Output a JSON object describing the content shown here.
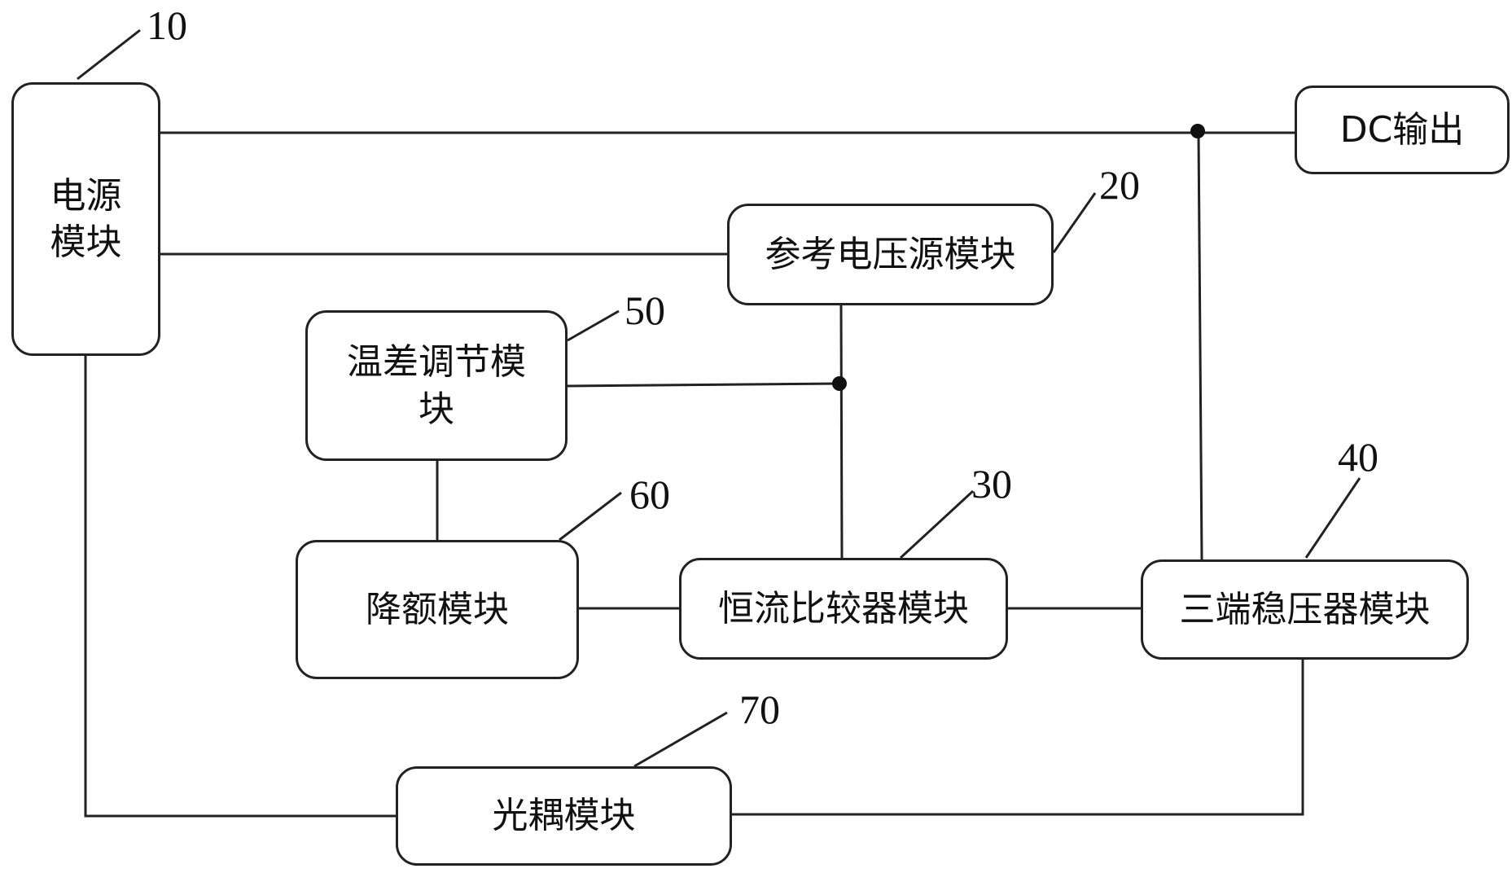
{
  "diagram": {
    "type": "block-diagram",
    "modules": [
      {
        "id": "power",
        "label": "电源\n模块",
        "ref": "10"
      },
      {
        "id": "ref_voltage",
        "label": "参考电压源模块",
        "ref": "20"
      },
      {
        "id": "cc_comparator",
        "label": "恒流比较器模块",
        "ref": "30"
      },
      {
        "id": "regulator",
        "label": "三端稳压器模块",
        "ref": "40"
      },
      {
        "id": "temp_diff",
        "label": "温差调节模块",
        "ref": "50"
      },
      {
        "id": "derating",
        "label": "降额模块",
        "ref": "60"
      },
      {
        "id": "optocoupler",
        "label": "光耦模块",
        "ref": "70"
      },
      {
        "id": "dc_out",
        "label": "DC输出",
        "ref": ""
      }
    ],
    "connections": [
      [
        "power",
        "dc_out"
      ],
      [
        "power",
        "ref_voltage"
      ],
      [
        "ref_voltage",
        "cc_comparator"
      ],
      [
        "temp_diff",
        "cc_comparator"
      ],
      [
        "temp_diff",
        "derating"
      ],
      [
        "derating",
        "cc_comparator"
      ],
      [
        "cc_comparator",
        "regulator"
      ],
      [
        "regulator",
        "dc_out"
      ],
      [
        "regulator",
        "optocoupler"
      ],
      [
        "optocoupler",
        "power"
      ]
    ]
  },
  "labels": {
    "power": "电源",
    "power2": "模块",
    "ref_voltage": "参考电压源模块",
    "cc_comparator": "恒流比较器模块",
    "regulator": "三端稳压器模块",
    "temp_diff": "温差调节模",
    "temp_diff2": "块",
    "derating": "降额模块",
    "optocoupler": "光耦模块",
    "dc_out": "DC输出",
    "n10": "10",
    "n20": "20",
    "n30": "30",
    "n40": "40",
    "n50": "50",
    "n60": "60",
    "n70": "70"
  }
}
